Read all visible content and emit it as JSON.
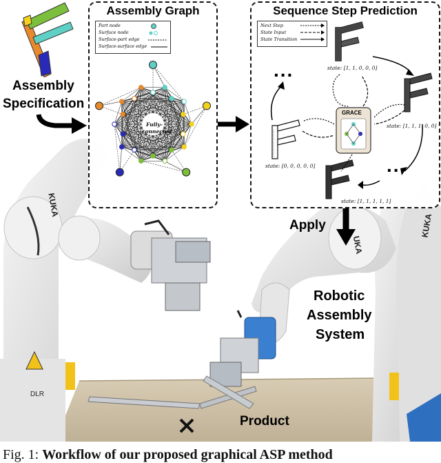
{
  "labels": {
    "assembly_spec": [
      "Assembly",
      "Specification"
    ],
    "apply": "Apply",
    "robotic_system": [
      "Robotic",
      "Assembly",
      "System"
    ],
    "product": "Product"
  },
  "graph_panel": {
    "title": "Assembly Graph",
    "legend": [
      "Part node",
      "Surface node",
      "Surface-part edge",
      "Surface-surface edge"
    ],
    "center_label": [
      "Fully-",
      "connected"
    ]
  },
  "sequence_panel": {
    "title": "Sequence Step Prediction",
    "legend": [
      "Next Step",
      "State Input",
      "State Transition"
    ],
    "grace_label": "GRACE",
    "states": [
      "state: [1, 1, 0, 0, 0]",
      "state: [1, 1, 1, 0, 0]",
      "state: [0, 0, 0, 0, 0]",
      "state: [1, 1, 1, 1, 1]"
    ],
    "ellipsis": "..."
  },
  "robot_text": {
    "kuka_left": "KUKA",
    "kuka_mid": "UKA",
    "kuka_right": "KUKA",
    "dlr": "DLR"
  },
  "caption": {
    "prefix": "Fig. 1: ",
    "bold": "Workflow of our proposed graphical ASP method"
  },
  "colors": {
    "robot_white": "#e9e9e9",
    "robot_shadow": "#b8b8b8",
    "bench": "#cfc2a8",
    "part_orange": "#e8892c",
    "part_yellow": "#f3d21d",
    "part_green": "#7cbf3c",
    "part_teal": "#5fd0c6",
    "part_blue": "#2a2ab8",
    "gripper_blue": "#3a7fd0"
  }
}
